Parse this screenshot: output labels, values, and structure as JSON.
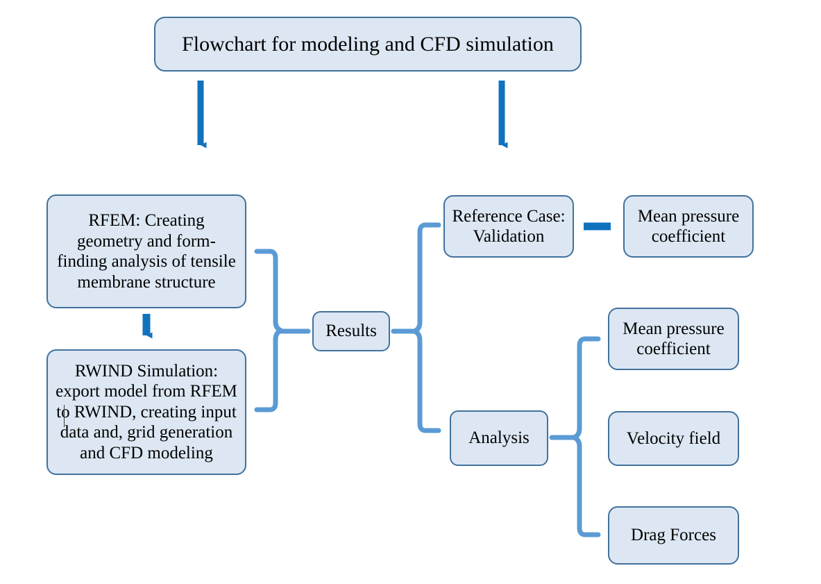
{
  "title": {
    "text": "Flowchart for modeling and CFD simulation"
  },
  "colors": {
    "node_fill": "#dce7f3",
    "node_border": "#41719c",
    "arrow": "#1072bd",
    "brace": "#5b9bd5",
    "text": "#000000",
    "background": "#ffffff"
  },
  "nodes": {
    "rfem": "RFEM: Creating geometry and form-finding analysis of tensile membrane structure",
    "rwind": "RWIND Simulation: export model from RFEM to RWIND, creating input data and, grid generation and CFD modeling",
    "results": "Results",
    "reference_case": "Reference Case: Validation",
    "mean_pressure_coefficient_validation": "Mean pressure coefficient",
    "analysis": "Analysis",
    "mean_pressure_coefficient_analysis": "Mean pressure coefficient",
    "velocity_field": "Velocity field",
    "drag_forces": "Drag Forces"
  },
  "connectors": {
    "title_to_rfem": "down-arrow",
    "title_to_reference": "down-arrow",
    "rfem_to_rwind": "down-arrow",
    "left_group_to_results": "right-facing-brace",
    "results_to_branches": "left-facing-brace",
    "reference_to_mean_pressure": "right-arrow",
    "analysis_to_outputs": "left-facing-brace"
  }
}
